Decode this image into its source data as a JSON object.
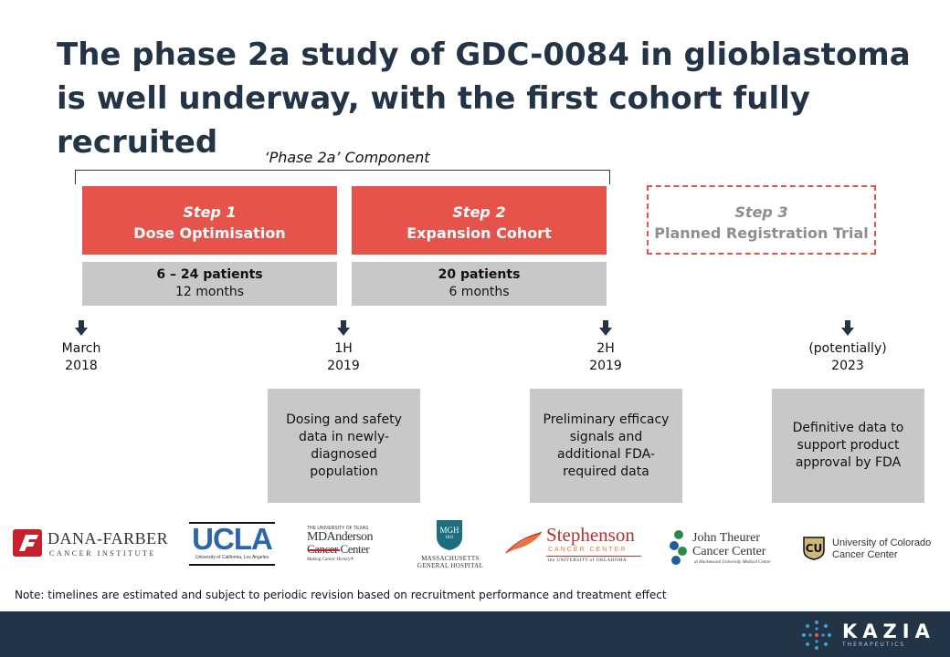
{
  "title": "The phase 2a study of GDC-0084 in glioblastoma is well underway, with the first cohort fully recruited",
  "phase_label": "‘Phase 2a’ Component",
  "steps": [
    {
      "num": "Step 1",
      "name": "Dose Optimisation",
      "patients": "6 – 24 patients",
      "duration": "12 months"
    },
    {
      "num": "Step 2",
      "name": "Expansion Cohort",
      "patients": "20 patients",
      "duration": "6 months"
    },
    {
      "num": "Step 3",
      "name": "Planned Registration Trial"
    }
  ],
  "timeline": [
    {
      "line1": "March",
      "line2": "2018"
    },
    {
      "line1": "1H",
      "line2": "2019"
    },
    {
      "line1": "2H",
      "line2": "2019"
    },
    {
      "line1": "(potentially)",
      "line2": "2023"
    }
  ],
  "outcomes": [
    "Dosing and safety data in newly-diagnosed population",
    "Preliminary efficacy signals and additional FDA-required data",
    "Definitive data to support product approval by FDA"
  ],
  "logos": {
    "dana_farber": {
      "name": "DANA-FARBER",
      "sub": "CANCER INSTITUTE"
    },
    "ucla": {
      "name": "UCLA",
      "sub": "University of California, Los Angeles"
    },
    "md_anderson": {
      "top": "THE UNIVERSITY OF TEXAS",
      "name1": "MDAnderson",
      "name2": "Cancer Center",
      "tag": "Making Cancer History®"
    },
    "mgh": {
      "badge": "MGH",
      "year": "1811",
      "name1": "MASSACHUSETTS",
      "name2": "GENERAL HOSPITAL"
    },
    "stephenson": {
      "name": "Stephenson",
      "sub": "CANCER CENTER",
      "sub2": "the UNIVERSITY of OKLAHOMA"
    },
    "theurer": {
      "name1": "John Theurer",
      "name2": "Cancer Center",
      "sub": "at Hackensack University Medical Center"
    },
    "colorado": {
      "name1": "University of Colorado",
      "name2": "Cancer Center"
    }
  },
  "note": "Note: timelines are estimated and subject to periodic revision based on recruitment performance and treatment effect",
  "footer": {
    "brand": "KAZIA",
    "sub": "THERAPEUTICS"
  },
  "colors": {
    "navy": "#243447",
    "red": "#e5534b",
    "grey": "#c8c8c8"
  }
}
